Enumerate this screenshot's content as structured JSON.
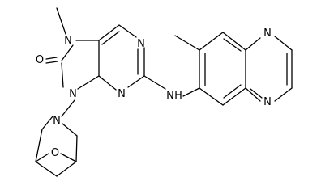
{
  "molecule": {
    "atoms": {
      "n_methyl": "N",
      "o_carbonyl": "O",
      "n_imidazole_bottom": "N",
      "n_pyrimidine_top": "N",
      "n_pyrimidine_bottom": "N",
      "n_amine": "N",
      "h_amine": "H",
      "n_quinoxaline_top": "N",
      "n_quinoxaline_bottom": "N",
      "n_bicyclic": "N",
      "o_bridge": "O"
    }
  }
}
